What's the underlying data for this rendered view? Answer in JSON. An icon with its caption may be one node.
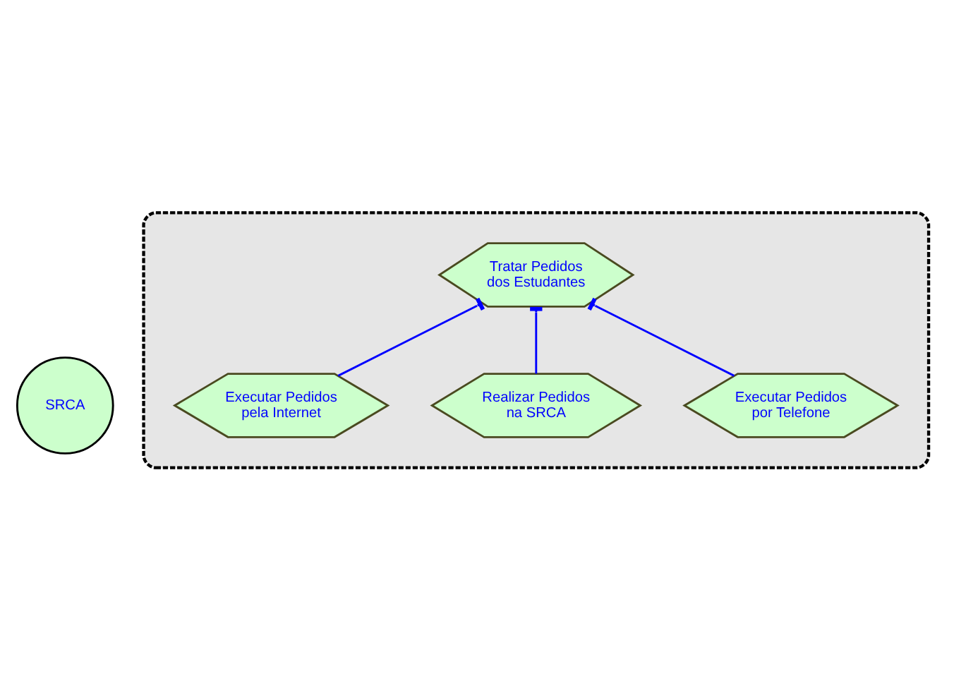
{
  "diagram": {
    "nodes": [
      {
        "text": [
          "SRCA"
        ]
      },
      {
        "text": [],
        "shape": "ellipse"
      },
      {
        "text": [
          "Tratar Pedidos dos Estudantes"
        ],
        "in": 1
      },
      {
        "text": [
          "Executar Pedidos por Telefone"
        ],
        "in": 1
      },
      {
        "text": [
          "Realizar Pedidos na SRCA"
        ],
        "in": 1
      },
      {
        "text": [
          "Executar Pedidos pela Internet"
        ],
        "in": 1
      }
    ],
    "edges": [
      {
        "from": 3,
        "to": 2,
        "arrow": "other"
      },
      {
        "from": 5,
        "to": 2,
        "arrow": "other"
      },
      {
        "from": 4,
        "to": 2,
        "arrow": "other"
      }
    ]
  }
}
